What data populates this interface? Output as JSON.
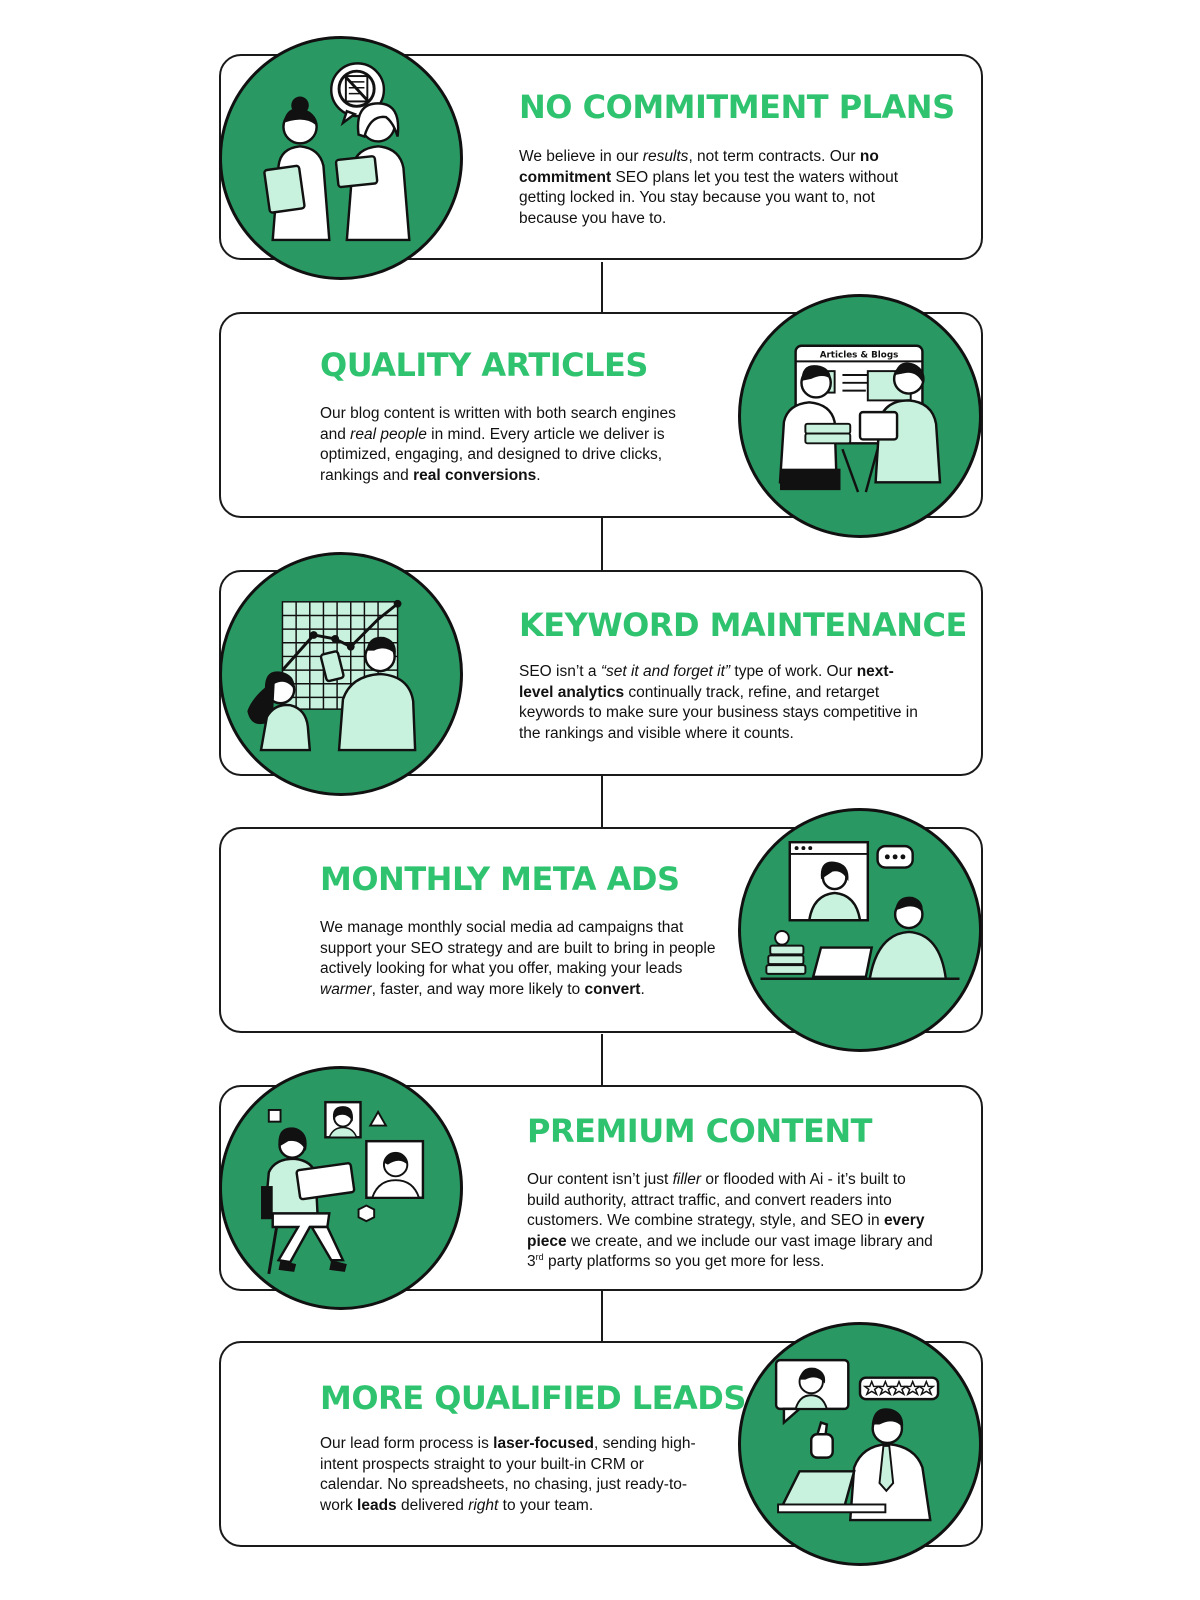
{
  "palette": {
    "accent_green": "#2fc36f",
    "circle_green": "#2a9863",
    "light_mint": "#c9f2de",
    "outline": "#1a1a1a"
  },
  "sections": [
    {
      "title": "NO COMMITMENT PLANS",
      "illustration": "two-women-contract-icon",
      "body": [
        {
          "t": "We believe in our "
        },
        {
          "t": "results",
          "s": "i"
        },
        {
          "t": ", not term contracts. Our "
        },
        {
          "t": "no commitment",
          "s": "b"
        },
        {
          "t": " SEO plans let you test the waters without getting locked in. You stay because you want to, not because you have to."
        }
      ]
    },
    {
      "title": "QUALITY ARTICLES",
      "illustration": "articles-blogs-icon",
      "illustration_label": "Articles & Blogs",
      "body": [
        {
          "t": "Our blog content is written with both search engines and "
        },
        {
          "t": "real people",
          "s": "i"
        },
        {
          "t": " in mind. Every article we deliver is optimized, engaging, and designed to drive clicks, rankings and "
        },
        {
          "t": "real conversions",
          "s": "b"
        },
        {
          "t": "."
        }
      ]
    },
    {
      "title": "KEYWORD MAINTENANCE",
      "illustration": "analytics-chart-icon",
      "body": [
        {
          "t": "SEO isn’t a "
        },
        {
          "t": "“set it and forget it”",
          "s": "i"
        },
        {
          "t": " type of work. Our "
        },
        {
          "t": "next-level analytics",
          "s": "b"
        },
        {
          "t": " continually track, refine, and retarget keywords to make sure your business stays competitive in the rankings and visible where it counts."
        }
      ]
    },
    {
      "title": "MONTHLY META ADS",
      "illustration": "video-call-laptop-icon",
      "body": [
        {
          "t": "We manage monthly social media ad campaigns that support your SEO strategy and are built to bring in people actively looking for what you offer, making your leads "
        },
        {
          "t": "warmer",
          "s": "i"
        },
        {
          "t": ", faster, and way more likely to "
        },
        {
          "t": "convert",
          "s": "b"
        },
        {
          "t": "."
        }
      ]
    },
    {
      "title": "PREMIUM CONTENT",
      "illustration": "content-creator-icon",
      "body": [
        {
          "t": "Our content isn’t just "
        },
        {
          "t": "filler",
          "s": "i"
        },
        {
          "t": " or flooded with Ai - it’s built to build authority, attract traffic, and convert readers into customers. We combine strategy, style, and SEO in "
        },
        {
          "t": "every piece",
          "s": "b"
        },
        {
          "t": " we create, and we include our vast image library and 3"
        },
        {
          "t": "rd",
          "s": "sup"
        },
        {
          "t": " party platforms so you get more for less."
        }
      ]
    },
    {
      "title": "MORE QUALIFIED LEADS",
      "illustration": "leads-rating-icon",
      "body": [
        {
          "t": "Our lead form process is "
        },
        {
          "t": "laser-focused",
          "s": "b"
        },
        {
          "t": ", sending high-intent prospects straight to your built-in CRM or calendar. No spreadsheets, no chasing, just ready-to-work "
        },
        {
          "t": "leads",
          "s": "b"
        },
        {
          "t": " delivered "
        },
        {
          "t": "right",
          "s": "i"
        },
        {
          "t": " to your team."
        }
      ]
    }
  ]
}
